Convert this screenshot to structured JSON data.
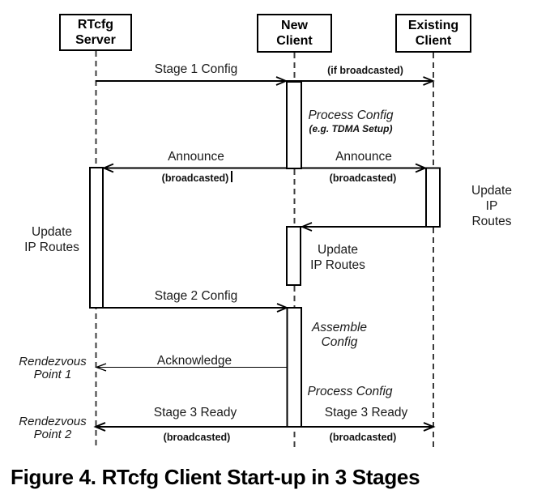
{
  "figure": {
    "caption": "Figure 4. RTcfg Client Start-up in 3 Stages",
    "actors": {
      "server": "RTcfg\nServer",
      "new_client": "New\nClient",
      "existing_client": "Existing\nClient"
    },
    "labels": {
      "stage1": "Stage 1 Config",
      "if_broadcasted": "(if broadcasted)",
      "process_config": "Process Config",
      "tdma_note": "(e.g. TDMA Setup)",
      "announce": "Announce",
      "broadcasted": "(broadcasted)",
      "update_ip_routes": "Update\nIP Routes",
      "stage2": "Stage 2 Config",
      "assemble_config": "Assemble\nConfig",
      "acknowledge": "Acknowledge",
      "stage3": "Stage 3 Ready",
      "rendezvous_point_1": "Rendezvous\nPoint 1",
      "rendezvous_point_2": "Rendezvous\nPoint 2"
    },
    "colors": {
      "line": "#000000",
      "lifeline": "#3c3c3c",
      "text": "#111111",
      "background": "#ffffff"
    }
  }
}
